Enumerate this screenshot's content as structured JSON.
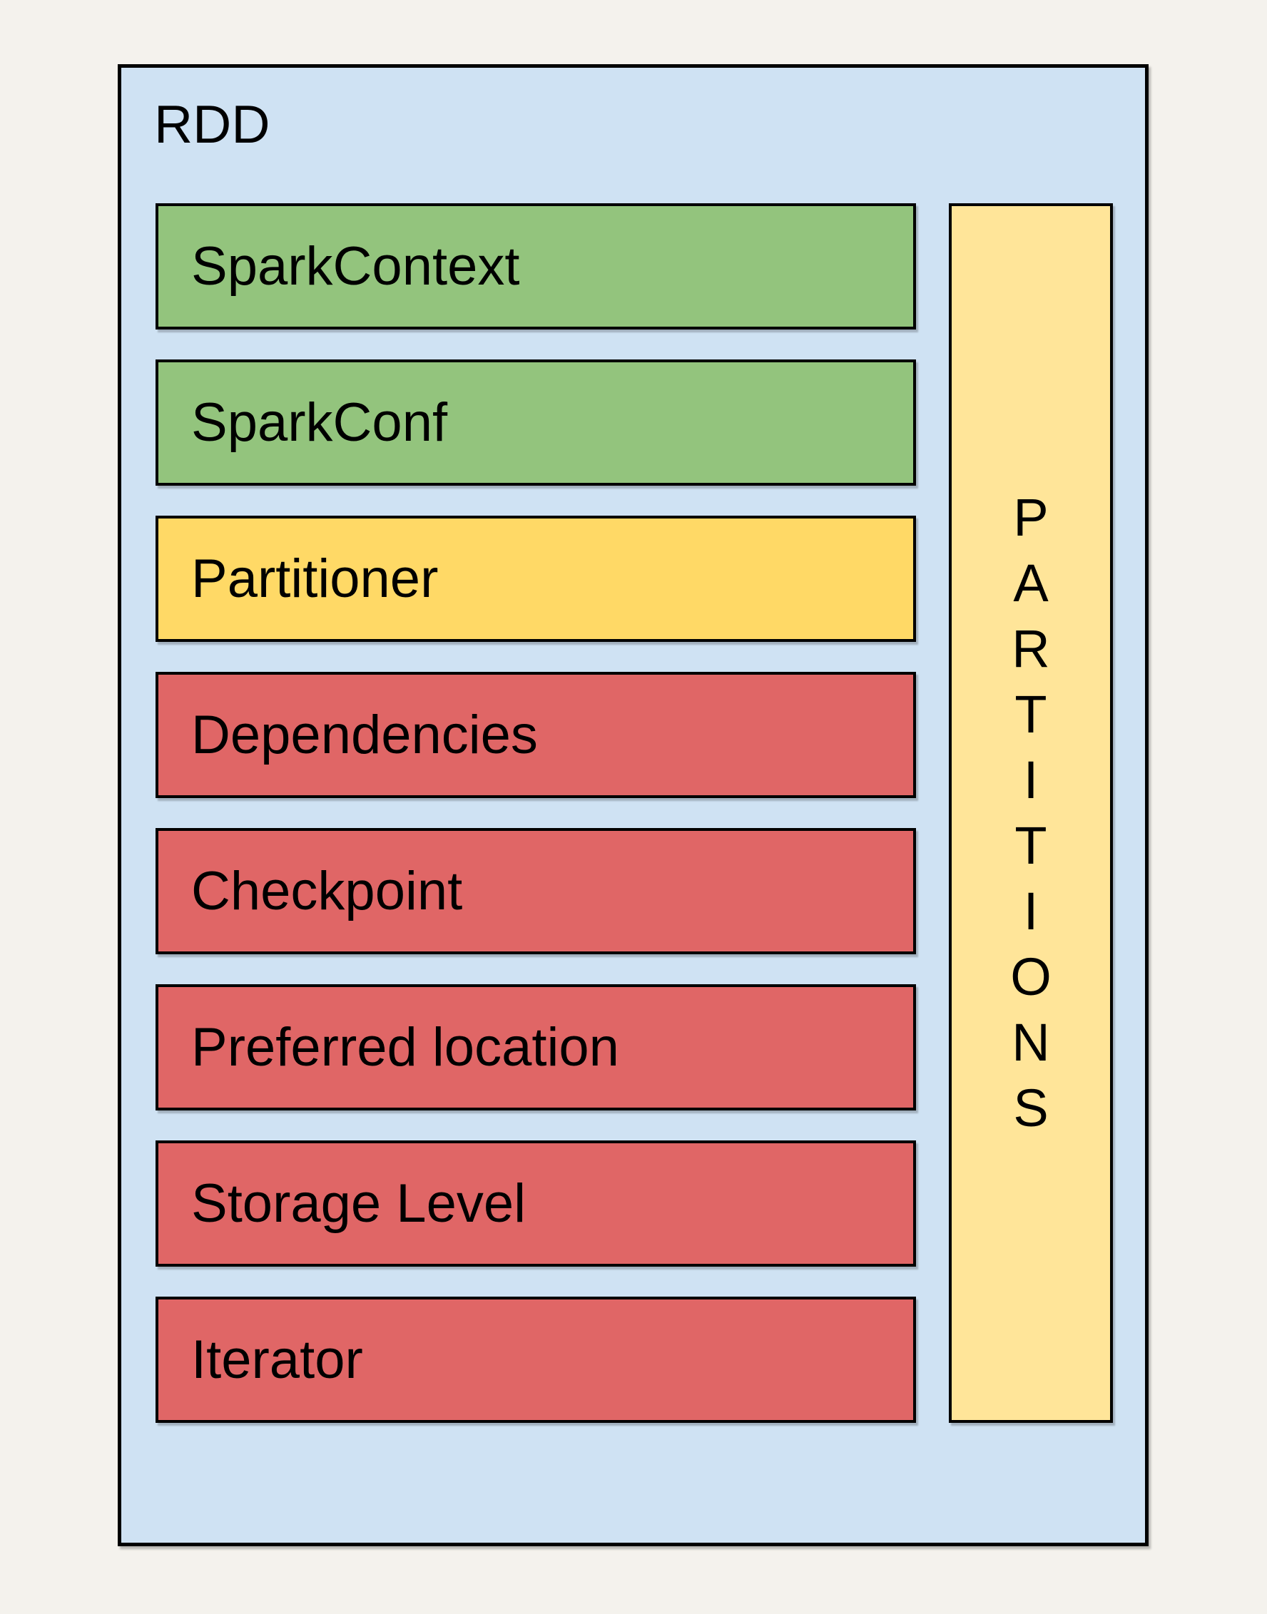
{
  "colors": {
    "page_background": "#f4f2ed",
    "container_fill": "#cfe2f3",
    "border": "#000000",
    "green": "#93c47d",
    "yellow": "#ffd966",
    "light_yellow": "#ffe599",
    "red": "#e06666",
    "text": "#000000"
  },
  "rdd": {
    "label": "RDD",
    "boxes": [
      {
        "label": "SparkContext",
        "color": "green"
      },
      {
        "label": "SparkConf",
        "color": "green"
      },
      {
        "label": "Partitioner",
        "color": "yellow"
      },
      {
        "label": "Dependencies",
        "color": "red"
      },
      {
        "label": "Checkpoint",
        "color": "red"
      },
      {
        "label": "Preferred location",
        "color": "red"
      },
      {
        "label": "Storage Level",
        "color": "red"
      },
      {
        "label": "Iterator",
        "color": "red"
      }
    ],
    "partitions": {
      "label": "PARTITIONS",
      "color": "light_yellow"
    }
  }
}
